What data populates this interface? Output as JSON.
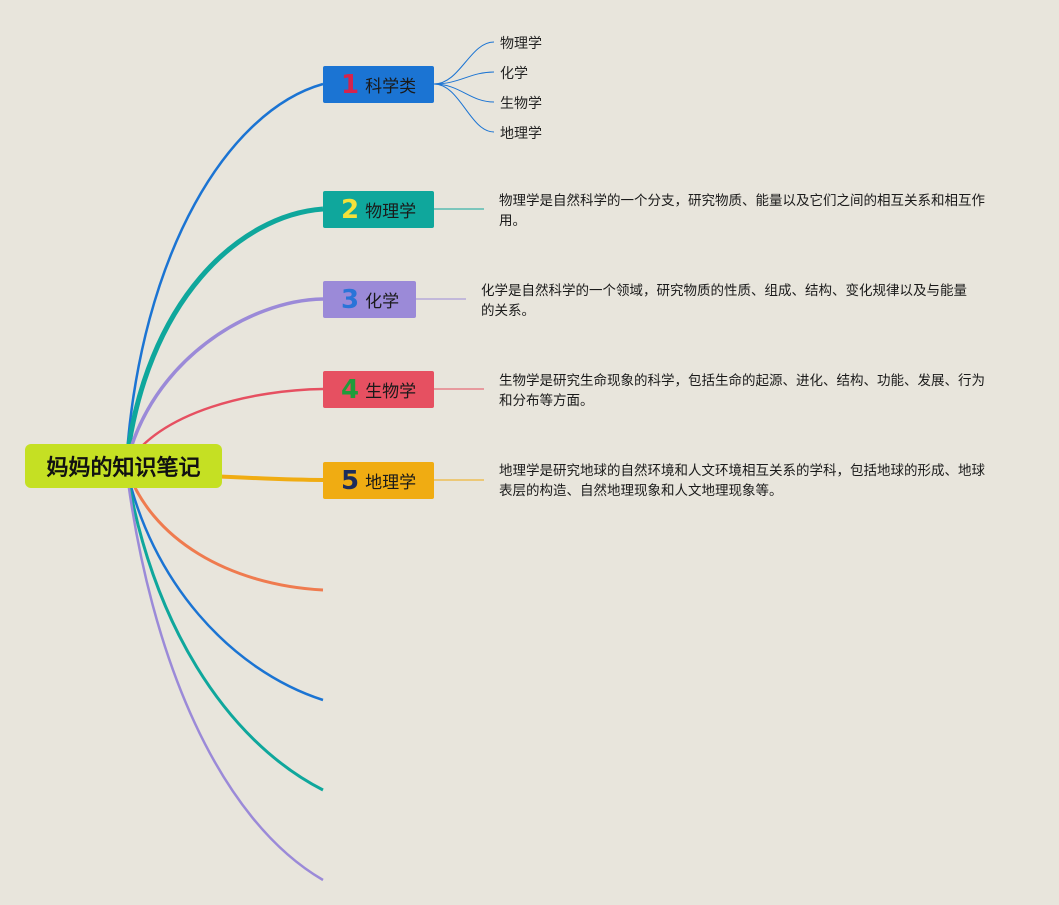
{
  "root": {
    "title": "妈妈的知识笔记",
    "color": "#c5e023"
  },
  "topics": [
    {
      "number": "1",
      "label": "科学类",
      "color": "#1b74d3",
      "number_color": "#d4234d",
      "line_color": "#1b74d3"
    },
    {
      "number": "2",
      "label": "物理学",
      "color": "#0fa79c",
      "number_color": "#f4e13a",
      "line_color": "#0fa79c"
    },
    {
      "number": "3",
      "label": "化学",
      "color": "#9b8ad8",
      "number_color": "#2a74d8",
      "line_color": "#9b8ad8"
    },
    {
      "number": "4",
      "label": "生物学",
      "color": "#e65061",
      "number_color": "#1f9c3b",
      "line_color": "#e65061"
    },
    {
      "number": "5",
      "label": "地理学",
      "color": "#f0ac12",
      "number_color": "#1d2d5c",
      "line_color": "#f0ac12"
    }
  ],
  "science_subtopics": [
    "物理学",
    "化学",
    "生物学",
    "地理学"
  ],
  "notes": [
    "物理学是自然科学的一个分支，研究物质、能量以及它们之间的相互关系和相互作用。",
    "化学是自然科学的一个领域，研究物质的性质、组成、结构、变化规律以及与能量的关系。",
    "生物学是研究生命现象的科学，包括生命的起源、进化、结构、功能、发展、行为和分布等方面。",
    "地理学是研究地球的自然环境和人文环境相互关系的学科，包括地球的形成、地球表层的构造、自然地理现象和人文地理现象等。"
  ],
  "empty_branch_colors": [
    "#ef7b4f",
    "#1b74d3",
    "#0fa79c",
    "#9b8ad8"
  ]
}
